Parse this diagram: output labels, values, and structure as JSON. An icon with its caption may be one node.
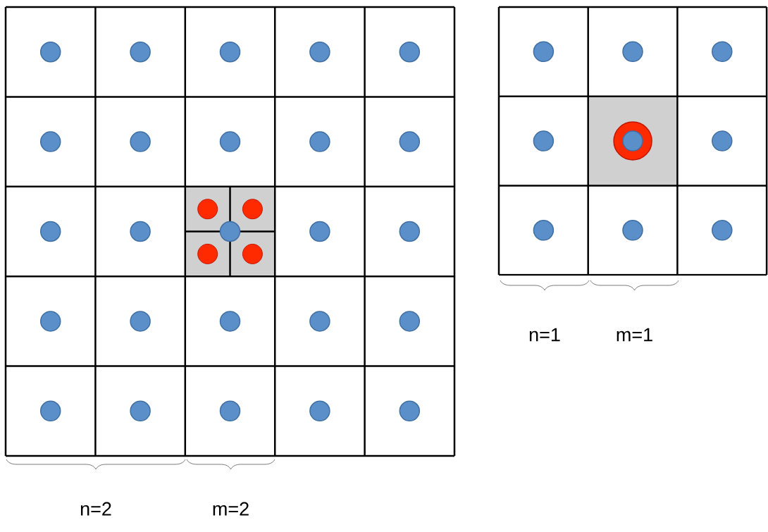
{
  "diagram": {
    "labels": [
      "n=1",
      "m=1",
      "n=2",
      "m=2"
    ]
  }
}
